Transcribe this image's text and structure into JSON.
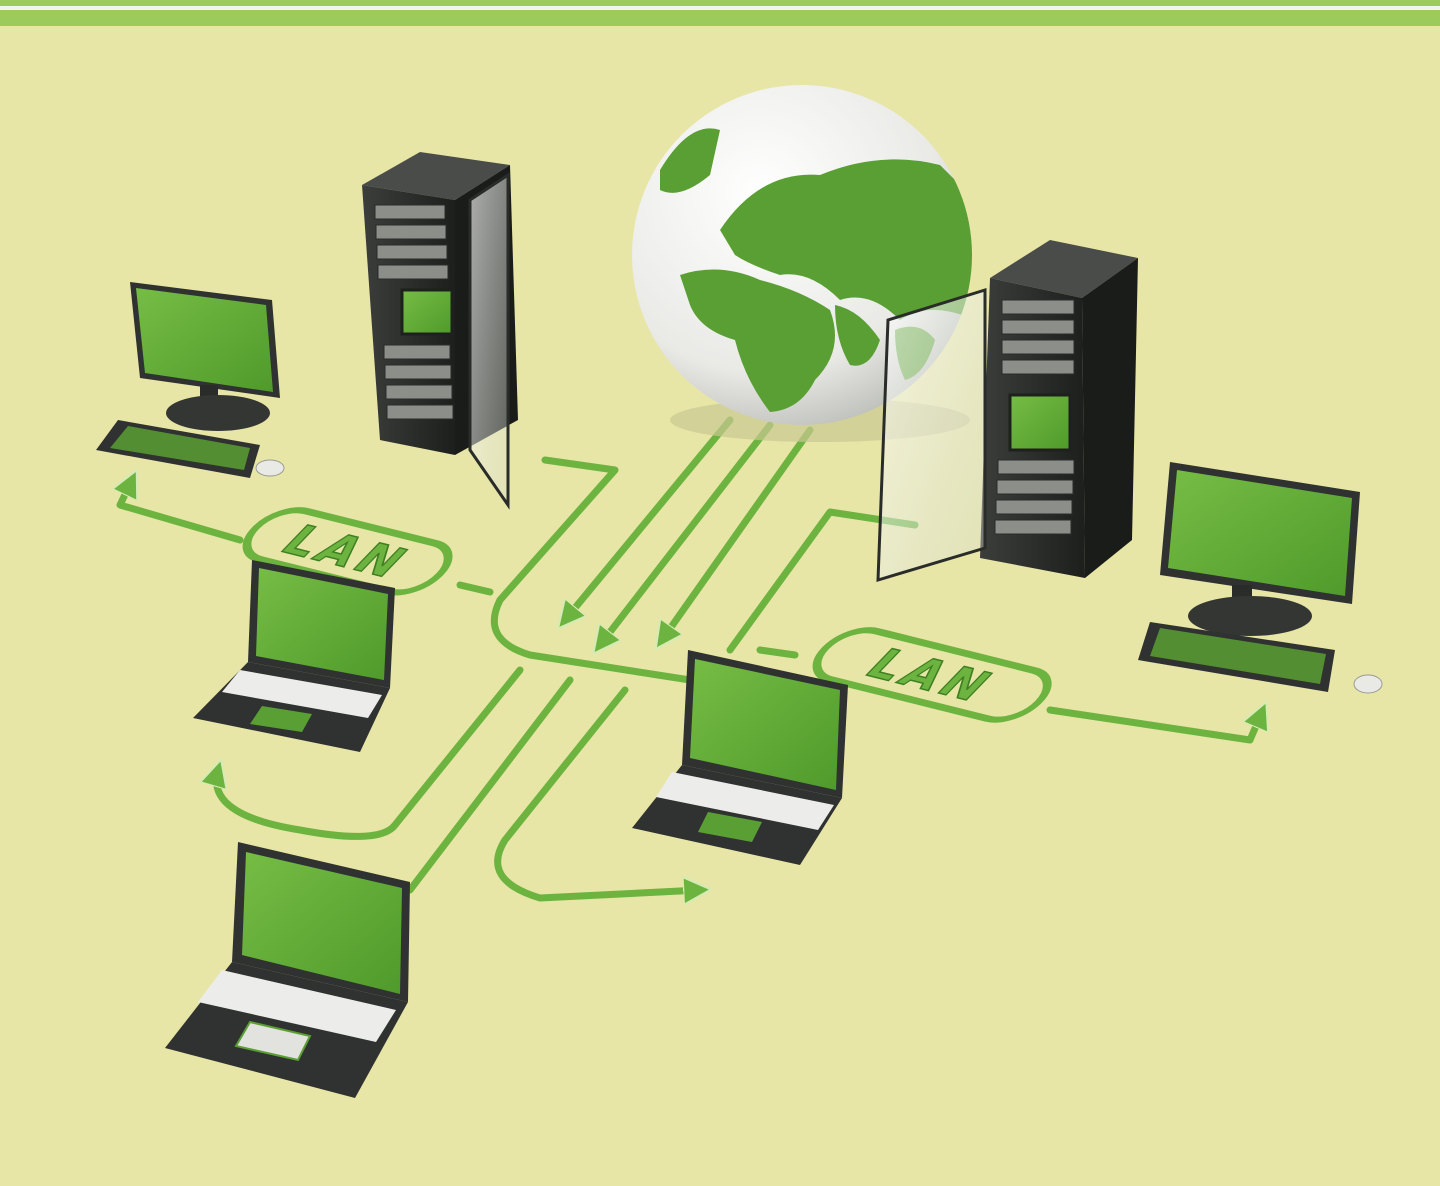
{
  "diagram": {
    "labels": {
      "lan_left": "LAN",
      "lan_right": "LAN"
    },
    "nodes": [
      {
        "id": "globe",
        "kind": "internet-globe"
      },
      {
        "id": "server-left",
        "kind": "server-rack"
      },
      {
        "id": "server-right",
        "kind": "server-rack"
      },
      {
        "id": "desktop-left",
        "kind": "desktop-computer"
      },
      {
        "id": "desktop-right",
        "kind": "desktop-computer"
      },
      {
        "id": "laptop-1",
        "kind": "laptop"
      },
      {
        "id": "laptop-2",
        "kind": "laptop"
      },
      {
        "id": "laptop-3",
        "kind": "laptop"
      }
    ],
    "colors": {
      "background": "#e7e6a6",
      "top_band": "#9ccb5c",
      "accent_green": "#6db33f",
      "screen_green": "#5ea833",
      "device_dark": "#2f3230",
      "globe_white": "#f4f4f2"
    }
  }
}
